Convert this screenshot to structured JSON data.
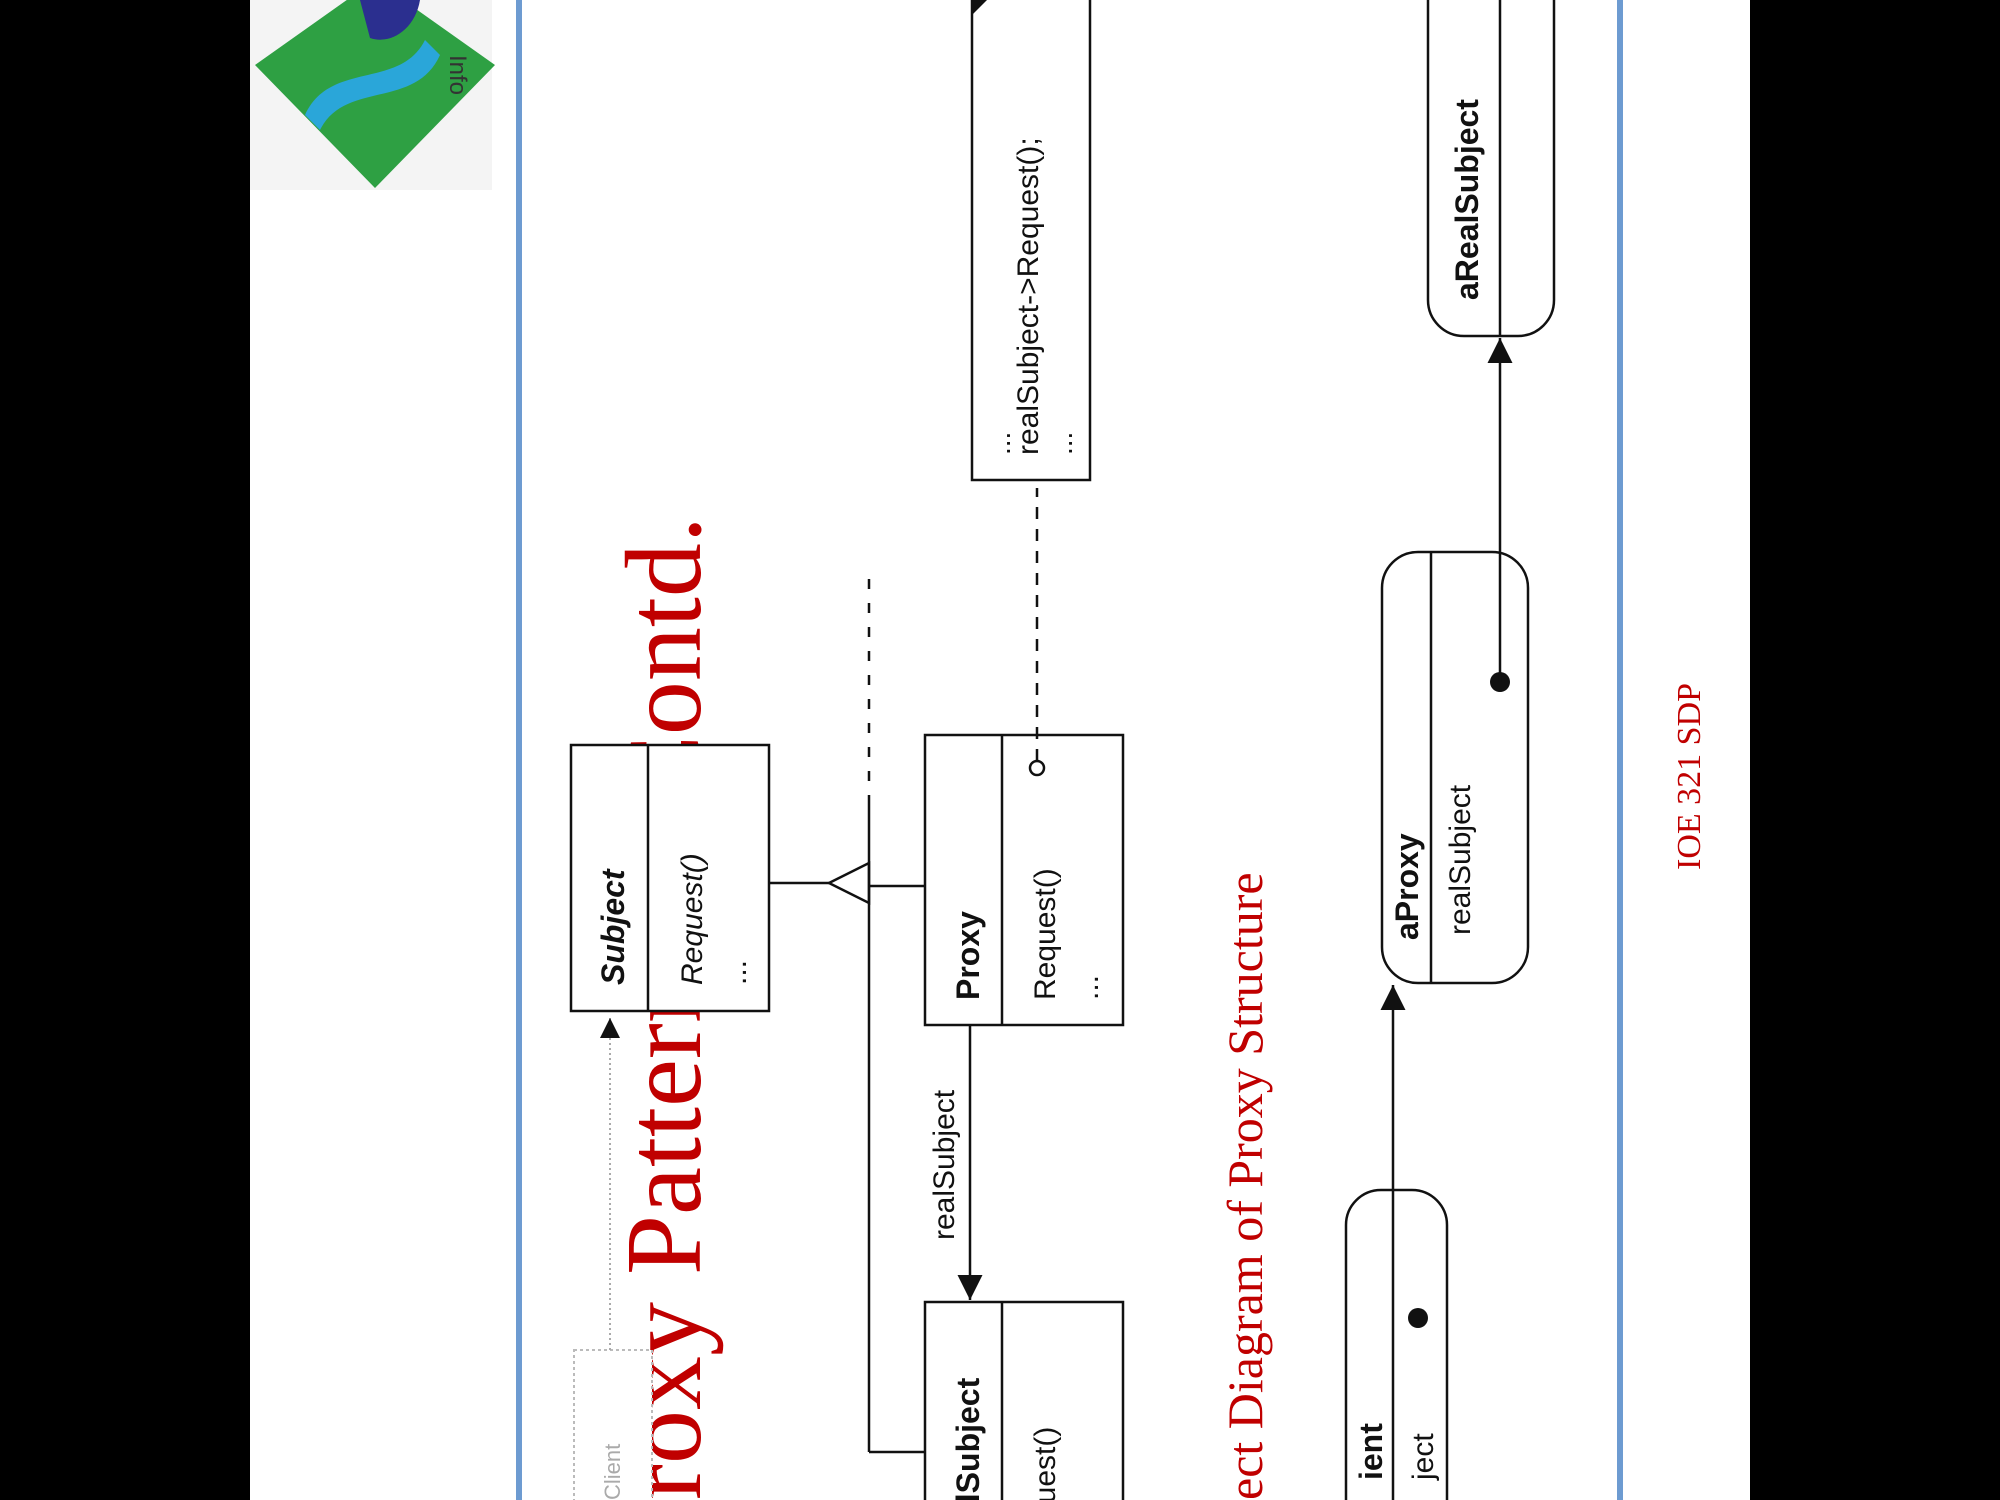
{
  "slide": {
    "title": "roxy Pattern … Contd.",
    "caption": "ect Diagram of Proxy Structure",
    "footer": "IOE 321 SDP",
    "logo_text": "Info",
    "colors": {
      "title": "#c00000",
      "frame": "#6d9bd1",
      "logo_green": "#2ea043",
      "logo_blue": "#2aa6d9",
      "logo_navy": "#2b2f8f"
    }
  },
  "class_diagram": {
    "subject": {
      "name": "Subject",
      "operation": "Request()",
      "ellipsis": "..."
    },
    "proxy": {
      "name": "Proxy",
      "operation": "Request()",
      "ellipsis": "..."
    },
    "real_subject": {
      "name": "alSubject",
      "operation": "quest()"
    },
    "client_label": "Client",
    "association_label": "realSubject",
    "note": {
      "line1": "...",
      "line2": "realSubject->Request();",
      "line3": "..."
    }
  },
  "object_diagram": {
    "client": {
      "name": "ient",
      "attribute": "ject"
    },
    "proxy": {
      "name": "aProxy",
      "attribute": "realSubject"
    },
    "real_subject": {
      "name": "aRealSubject"
    }
  }
}
